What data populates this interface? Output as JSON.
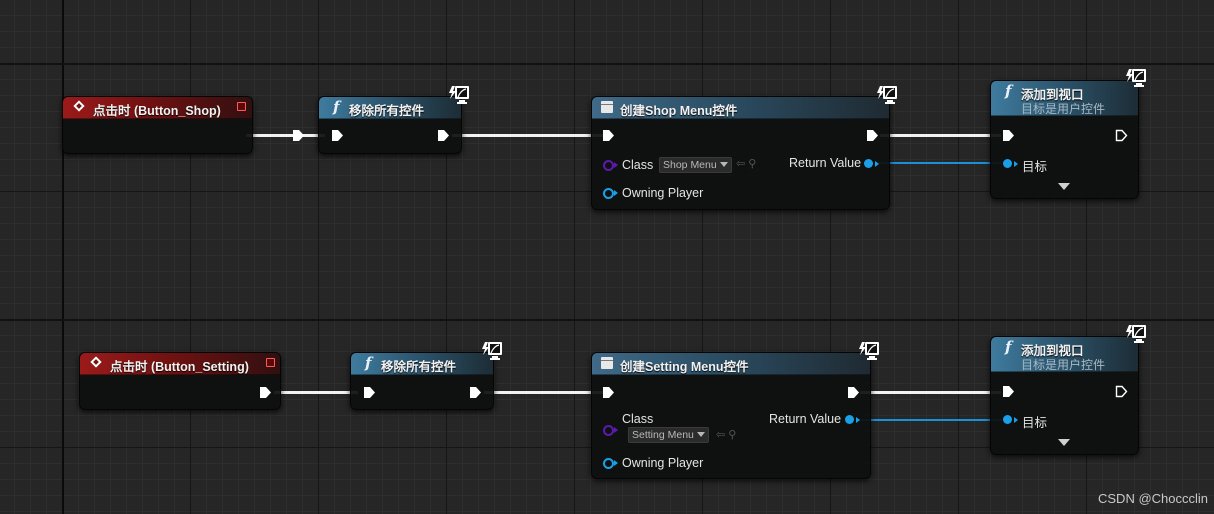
{
  "graph_a": {
    "event": {
      "title": "点击时 (Button_Shop)"
    },
    "remove": {
      "title": "移除所有控件"
    },
    "create": {
      "title": "创建Shop Menu控件",
      "class_label": "Class",
      "class_value": "Shop Menu",
      "return_label": "Return Value",
      "owning_label": "Owning Player"
    },
    "add": {
      "title": "添加到视口",
      "subtitle": "目标是用户控件",
      "target_label": "目标"
    }
  },
  "graph_b": {
    "event": {
      "title": "点击时 (Button_Setting)"
    },
    "remove": {
      "title": "移除所有控件"
    },
    "create": {
      "title": "创建Setting Menu控件",
      "class_label": "Class",
      "class_value": "Setting Menu",
      "return_label": "Return Value",
      "owning_label": "Owning Player"
    },
    "add": {
      "title": "添加到视口",
      "subtitle": "目标是用户控件",
      "target_label": "目标"
    }
  },
  "watermark": "CSDN @Choccclin",
  "colors": {
    "exec_pin": "#ffffff",
    "object_pin": "#1aa0e8",
    "class_pin": "#5c1ab0",
    "event_header": "#9b1a1a",
    "function_header": "#3f7b9e"
  },
  "icons": {
    "event": "event-diamond-icon",
    "function": "function-f-icon",
    "create_widget": "widget-icon",
    "latent": "monitor-lightning-icon"
  }
}
